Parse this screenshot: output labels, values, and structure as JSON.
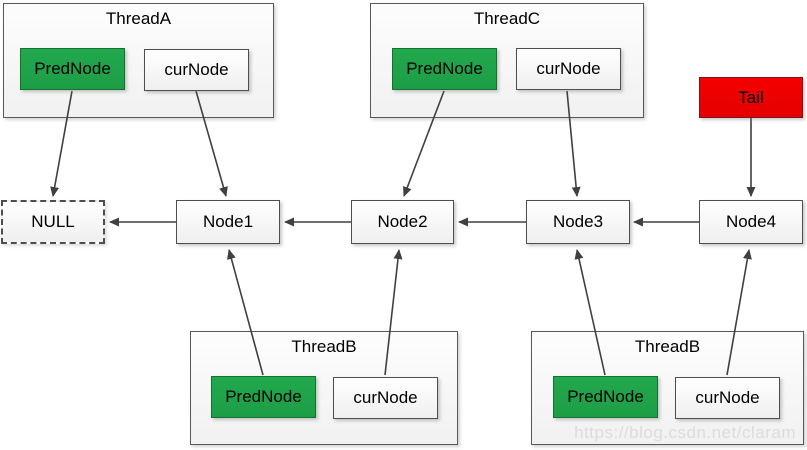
{
  "threads": {
    "thread_a": {
      "title": "ThreadA",
      "pred": "PredNode",
      "cur": "curNode"
    },
    "thread_c": {
      "title": "ThreadC",
      "pred": "PredNode",
      "cur": "curNode"
    },
    "thread_b_left": {
      "title": "ThreadB",
      "pred": "PredNode",
      "cur": "curNode"
    },
    "thread_b_right": {
      "title": "ThreadB",
      "pred": "PredNode",
      "cur": "curNode"
    }
  },
  "tail_label": "Tail",
  "nodes": {
    "null_node": "NULL",
    "node1": "Node1",
    "node2": "Node2",
    "node3": "Node3",
    "node4": "Node4"
  },
  "watermark": "https://blog.csdn.net/claram",
  "colors": {
    "pred_node_fill": "#22A84E",
    "tail_fill": "#F40000",
    "arrow": "#404040",
    "box_border": "#4E4E4E",
    "container_border": "#585858",
    "watermark": "#DCDCDC"
  }
}
